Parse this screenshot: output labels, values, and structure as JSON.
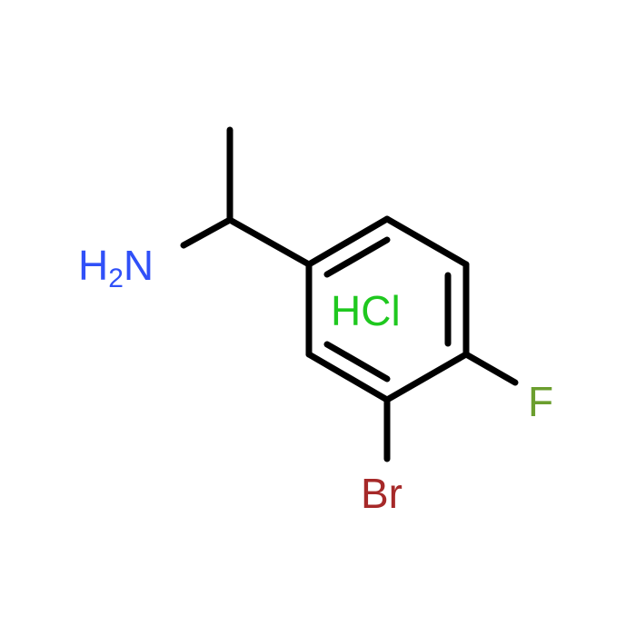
{
  "molecule": {
    "amine_label": {
      "main": "H",
      "sub": "2",
      "tail": "N"
    },
    "salt_label": "HCl",
    "fluoro_label": "F",
    "bromo_label": "Br"
  },
  "colors": {
    "bond": "#000000",
    "nitrogen": "#3050F8",
    "chlorine_salt": "#1FC81F",
    "fluorine": "#6B9E2E",
    "bromine": "#A62929",
    "background": "#FFFFFF"
  }
}
